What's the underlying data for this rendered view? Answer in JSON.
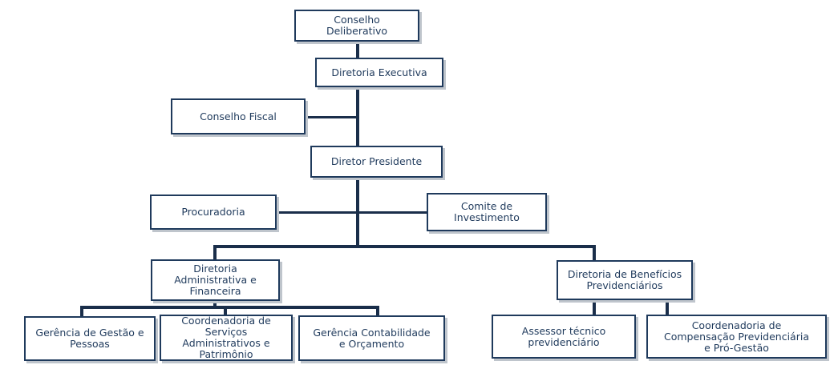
{
  "org_chart": {
    "conselho_deliberativo": "Conselho\nDeliberativo",
    "diretoria_executiva": "Diretoria Executiva",
    "conselho_fiscal": "Conselho Fiscal",
    "diretor_presidente": "Diretor Presidente",
    "procuradoria": "Procuradoria",
    "comite_investimento": "Comite de\nInvestimento",
    "diretoria_administrativa": "Diretoria\nAdministrativa e\nFinanceira",
    "diretoria_beneficios": "Diretoria de Benefícios\nPrevidenciários",
    "gerencia_gestao_pessoas": "Gerência de Gestão e\nPessoas",
    "coordenadoria_servicos": "Coordenadoria de\nServiços\nAdministrativos  e\nPatrimônio",
    "gerencia_contabilidade": "Gerência Contabilidade\ne Orçamento",
    "assessor_tecnico": "Assessor técnico\nprevidenciário",
    "coordenadoria_compensacao": "Coordenadoria de\nCompensação Previdenciária\ne Pró-Gestão"
  },
  "colors": {
    "box_border": "#1f3a5c",
    "text": "#1f3a5c",
    "connector": "#1a2e4a",
    "shadow": "#bfc5cc"
  }
}
